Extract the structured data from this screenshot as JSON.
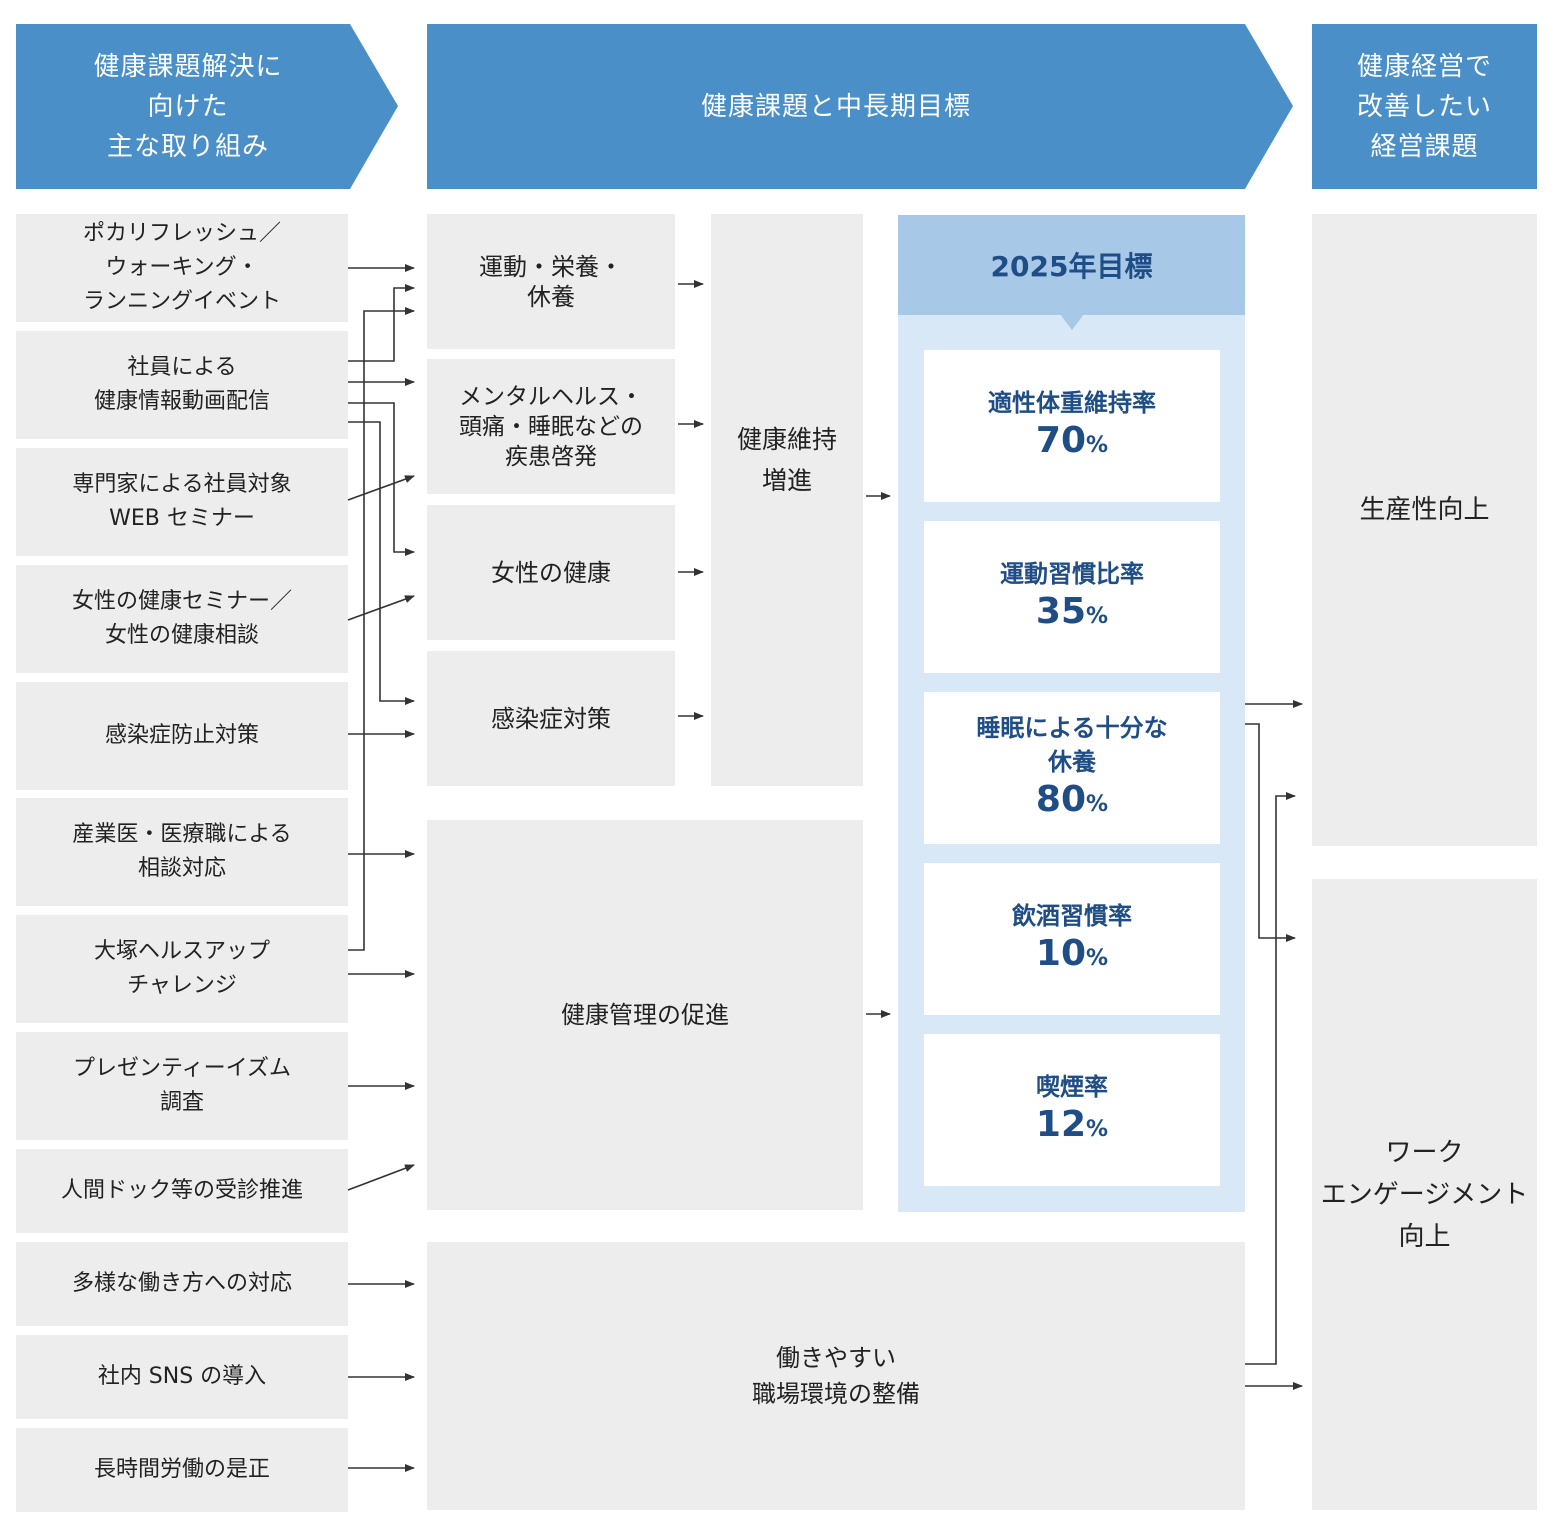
{
  "headers": {
    "initiatives": "健康課題解決に\n向けた\n主な取り組み",
    "issues": "健康課題と中長期目標",
    "management": "健康経営で\n改善したい\n経営課題"
  },
  "initiatives": [
    "ポカリフレッシュ／\nウォーキング・\nランニングイベント",
    "社員による\n健康情報動画配信",
    "専門家による社員対象\nWEB セミナー",
    "女性の健康セミナー／\n女性の健康相談",
    "感染症防止対策",
    "産業医・医療職による\n相談対応",
    "大塚ヘルスアップ\nチャレンジ",
    "プレゼンティーイズム\n調査",
    "人間ドック等の受診推進",
    "多様な働き方への対応",
    "社内 SNS の導入",
    "長時間労働の是正"
  ],
  "issues": {
    "exercise": "運動・栄養・\n休養",
    "mental": "メンタルヘルス・\n頭痛・睡眠などの\n疾患啓発",
    "women": "女性の健康",
    "infection": "感染症対策",
    "maintenance": "健康維持\n増進",
    "management": "健康管理の促進",
    "workplace": "働きやすい\n職場環境の整備"
  },
  "goals": {
    "title": "2025年目標",
    "items": [
      {
        "name": "適性体重維持率",
        "value": "70",
        "unit": "%"
      },
      {
        "name": "運動習慣比率",
        "value": "35",
        "unit": "%"
      },
      {
        "name": "睡眠による十分な\n休養",
        "value": "80",
        "unit": "%"
      },
      {
        "name": "飲酒習慣率",
        "value": "10",
        "unit": "%"
      },
      {
        "name": "喫煙率",
        "value": "12",
        "unit": "%"
      }
    ]
  },
  "outcomes": {
    "productivity": "生産性向上",
    "engagement": "ワーク\nエンゲージメント\n向上"
  },
  "colors": {
    "header_blue": "#4a8fc8",
    "goal_header": "#a8c8e8",
    "goal_panel": "#d9e8f6",
    "goal_text": "#1f4d86",
    "box_gray": "#ededed"
  }
}
